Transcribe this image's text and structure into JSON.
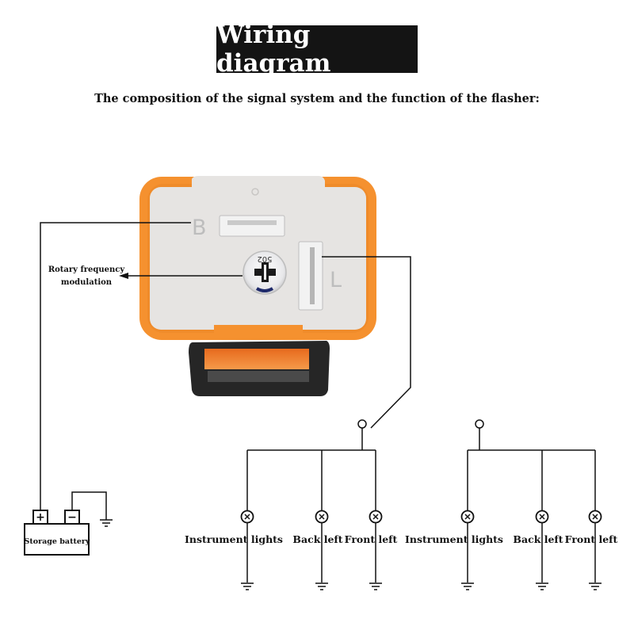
{
  "title": "Wiring diagram",
  "subtitle": "The composition of the signal system and the function of the flasher:",
  "flasher": {
    "terminal_b": "B",
    "terminal_l": "L",
    "dial_number": "502",
    "rotary_label_line1": "Rotary frequency",
    "rotary_label_line2": "modulation"
  },
  "battery": {
    "label": "Storage battery",
    "plus": "+",
    "minus": "−"
  },
  "left_group": {
    "instrument": "Instrument lights",
    "back": "Back left",
    "front": "Front left"
  },
  "right_group": {
    "instrument": "Instrument lights",
    "back": "Back left",
    "front": "Front left"
  },
  "colors": {
    "housing_orange": "#f5912f",
    "face_gray": "#e6e4e2",
    "title_bg": "#141414"
  }
}
